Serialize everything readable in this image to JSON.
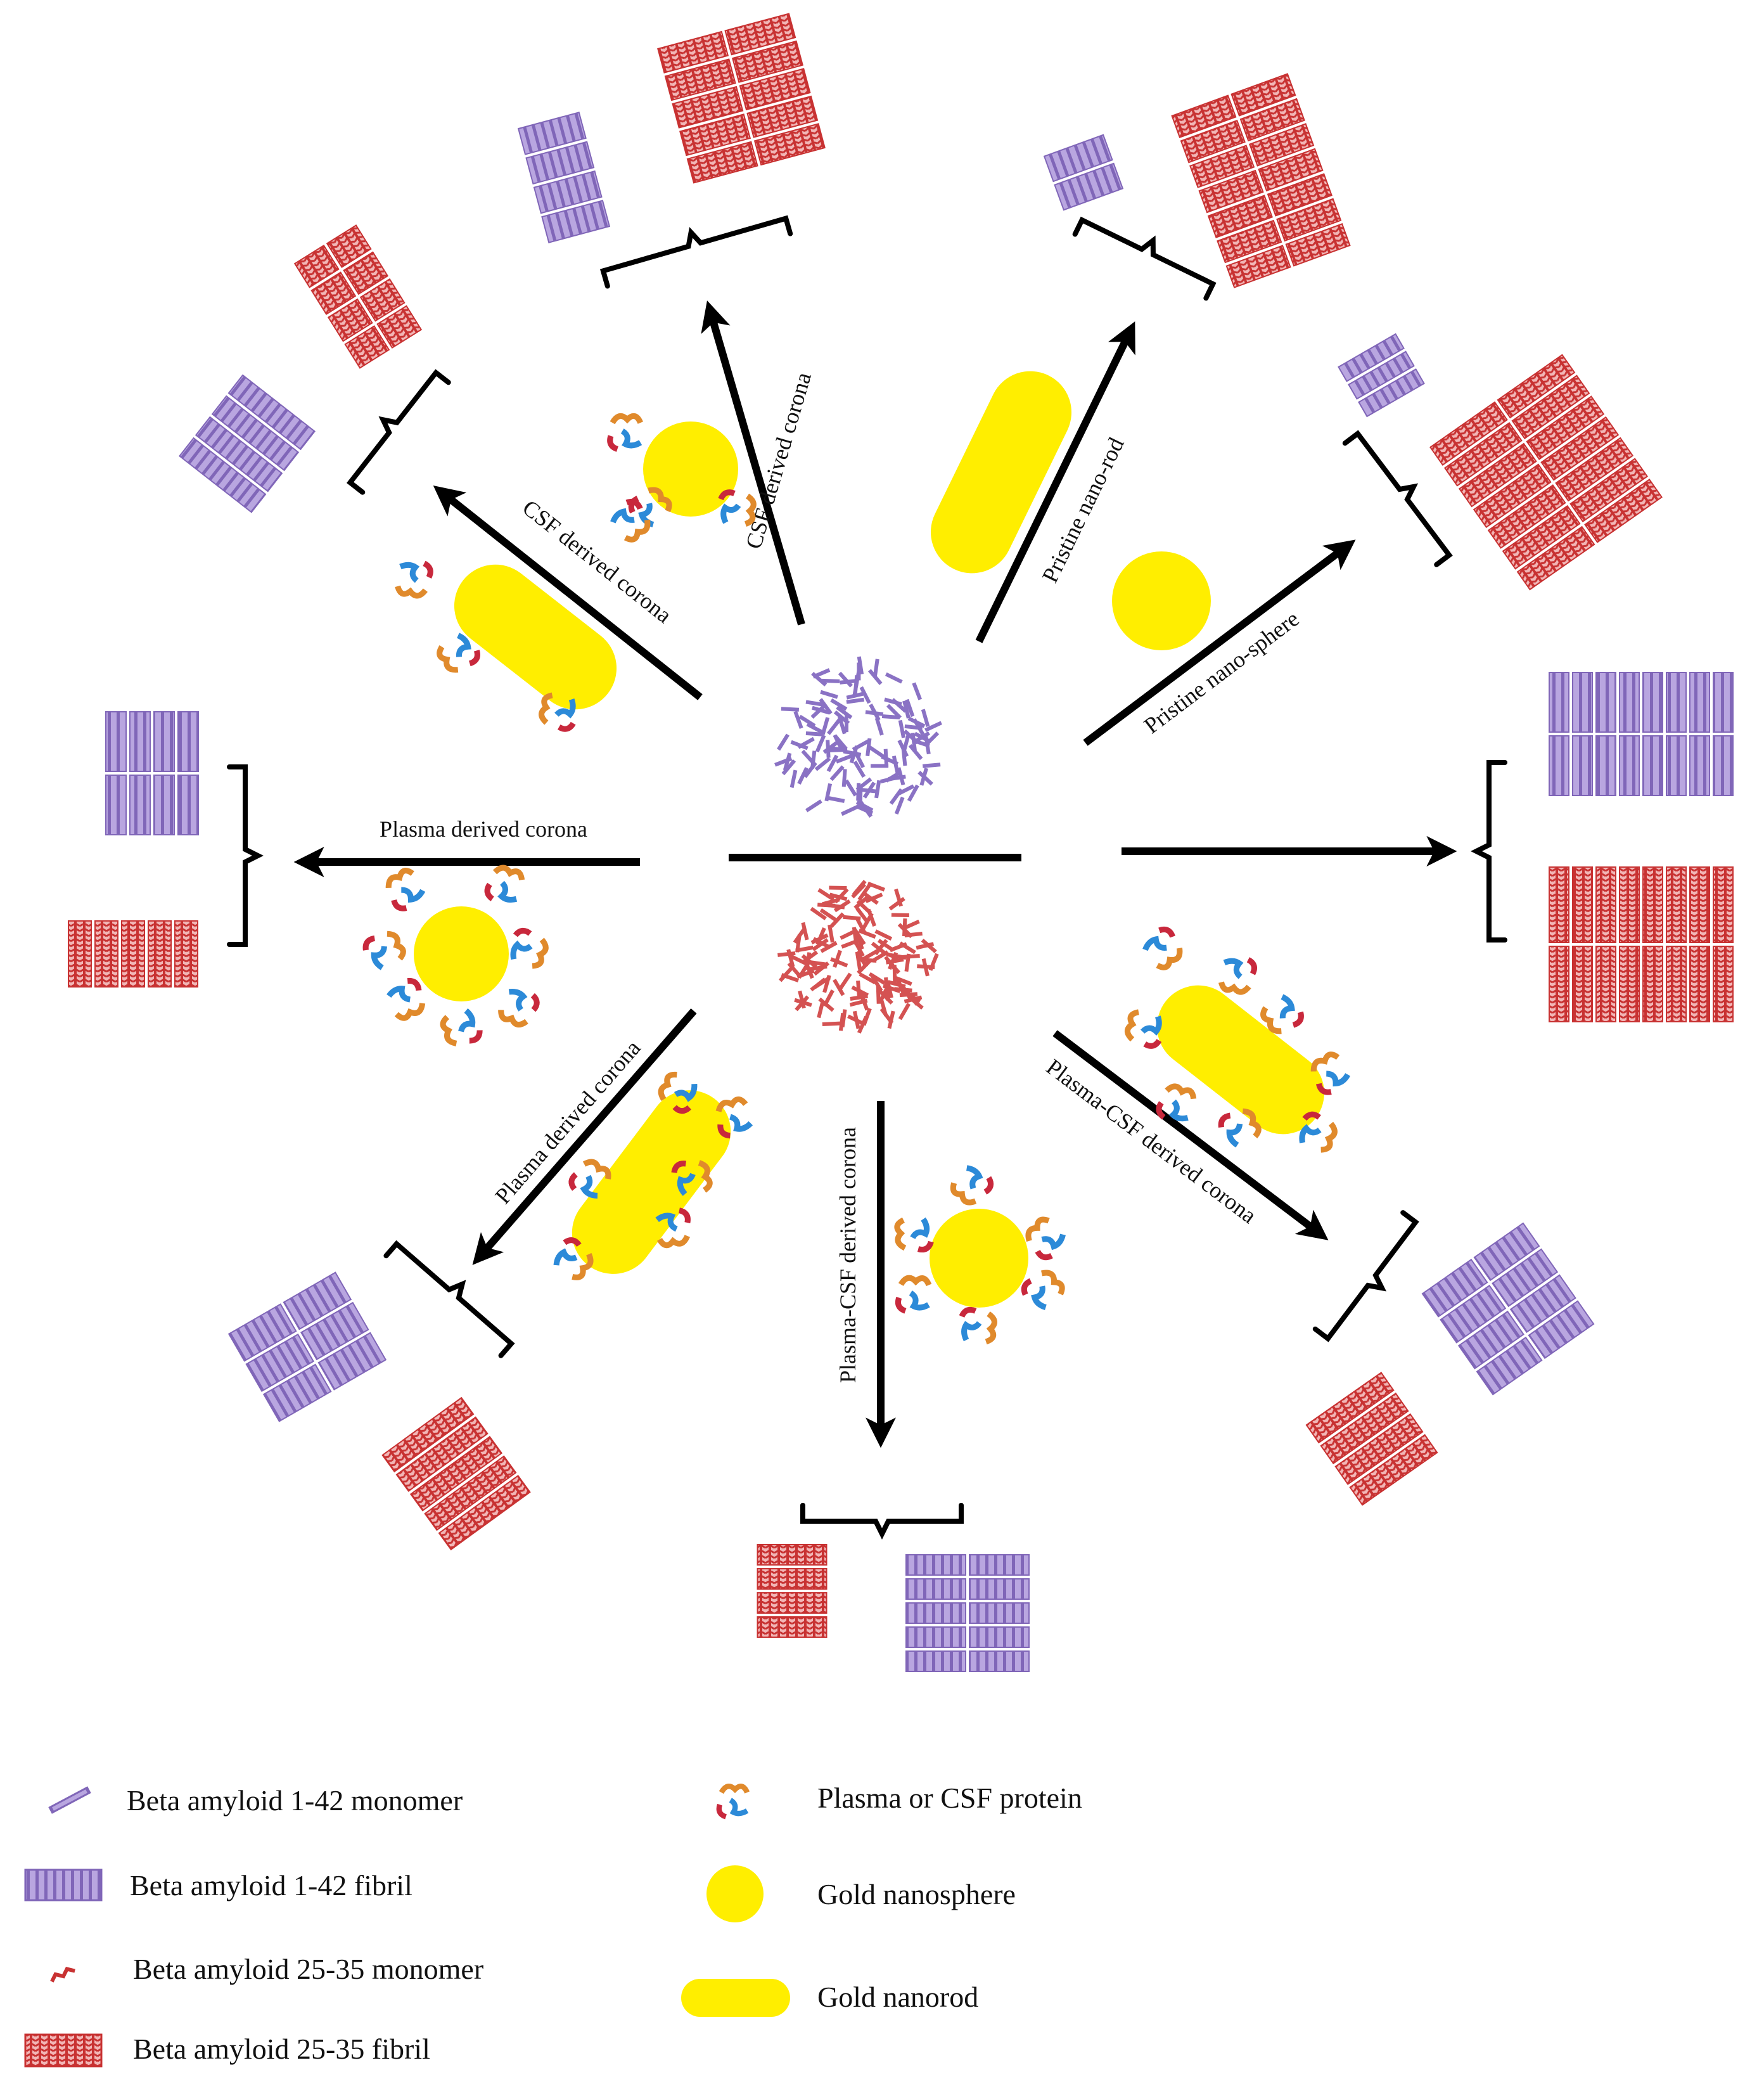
{
  "diagram": {
    "arrow_labels": {
      "csf_rod": "CSF derived corona",
      "csf_sphere": "CSF derived corona",
      "pristine_rod": "Pristine nano-rod",
      "pristine_sphere": "Pristine nano-sphere",
      "plasma_sphere": "Plasma derived corona",
      "plasma_rod": "Plasma derived corona",
      "plasma_csf_sphere": "Plasma-CSF derived corona",
      "plasma_csf_rod": "Plasma-CSF derived corona"
    }
  },
  "legend": {
    "monomer_142": "Beta amyloid 1-42 monomer",
    "fibril_142": "Beta amyloid 1-42 fibril",
    "monomer_2535": "Beta amyloid 25-35 monomer",
    "fibril_2535": "Beta amyloid 25-35 fibril",
    "protein": "Plasma or CSF protein",
    "nanosphere": "Gold nanosphere",
    "nanorod": "Gold nanorod"
  },
  "colors": {
    "gold": "#ffee00",
    "purple_fibril": "#9a84c8",
    "red_fibril": "#d85a5a",
    "arrow": "#000000",
    "protein_orange": "#e08a2c",
    "protein_blue": "#2c8ad8",
    "protein_red": "#c8283c"
  }
}
